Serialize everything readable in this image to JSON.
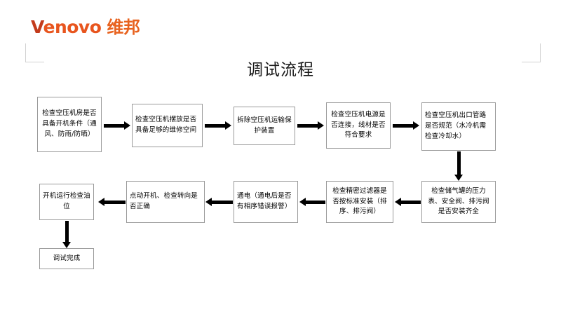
{
  "header": {
    "logo_primary_initial": "V",
    "logo_primary_rest": "enovo",
    "logo_secondary": "维邦",
    "logo_color_initial": "#C33B1C",
    "logo_color_rest": "#E8551E",
    "logo_color_secondary": "#E8621E"
  },
  "title": "调试流程",
  "flow": {
    "nodes": [
      {
        "id": "n1",
        "label": "检查空压机房是否具备开机条件（通风、防雨/防晒）"
      },
      {
        "id": "n2",
        "label": "检查空压机摆放是否具备足够的维修空间"
      },
      {
        "id": "n3",
        "label": "拆除空压机运输保护装置"
      },
      {
        "id": "n4",
        "label": "检查空压机电源是否连接，线材是否符合要求"
      },
      {
        "id": "n5",
        "label": "检查空压机出口管路是否规范（水冷机需检查冷却水）"
      },
      {
        "id": "n6",
        "label": "检查储气罐的压力表、安全阀、排污阀是否安装齐全"
      },
      {
        "id": "n7",
        "label": "检查精密过滤器是否按标准安装（排序、排污阀）"
      },
      {
        "id": "n8",
        "label": "通电（通电后是否有相序错误报警）"
      },
      {
        "id": "n9",
        "label": "点动开机、检查转向是否正确"
      },
      {
        "id": "n10",
        "label": "开机运行检查油位"
      },
      {
        "id": "n11",
        "label": "调试完成"
      }
    ],
    "connectors": [
      {
        "from": "n1",
        "to": "n2",
        "direction": "right"
      },
      {
        "from": "n2",
        "to": "n3",
        "direction": "right"
      },
      {
        "from": "n3",
        "to": "n4",
        "direction": "right"
      },
      {
        "from": "n4",
        "to": "n5",
        "direction": "right"
      },
      {
        "from": "n5",
        "to": "n6",
        "direction": "down"
      },
      {
        "from": "n6",
        "to": "n7",
        "direction": "left"
      },
      {
        "from": "n7",
        "to": "n8",
        "direction": "left"
      },
      {
        "from": "n8",
        "to": "n9",
        "direction": "left"
      },
      {
        "from": "n9",
        "to": "n10",
        "direction": "left"
      },
      {
        "from": "n10",
        "to": "n11",
        "direction": "down"
      }
    ]
  }
}
